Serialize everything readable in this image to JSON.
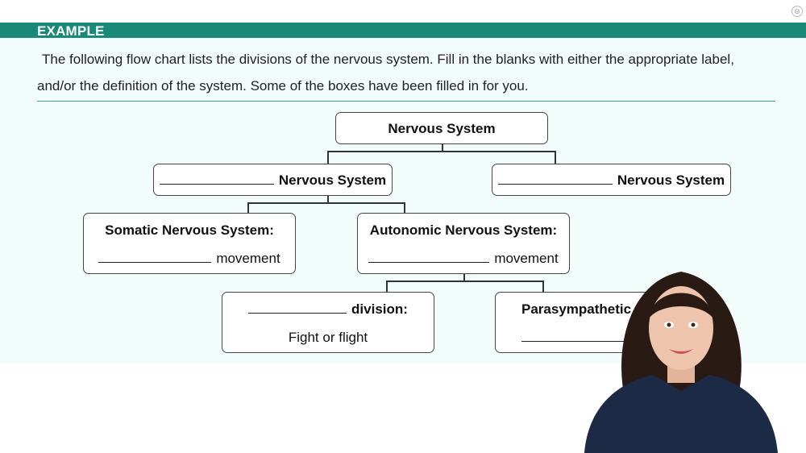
{
  "header": {
    "label": "EXAMPLE"
  },
  "instructions": {
    "line1": "The following flow chart lists the divisions of the nervous system. Fill in the blanks with either the appropriate label,",
    "line2": "and/or the definition of the system. Some of the boxes have been filled in for you."
  },
  "diagram": {
    "root": {
      "label": "Nervous System"
    },
    "left_branch": {
      "suffix": "Nervous System"
    },
    "right_branch": {
      "suffix": "Nervous System"
    },
    "somatic": {
      "title": "Somatic Nervous System:",
      "suffix": "movement"
    },
    "autonomic": {
      "title": "Autonomic Nervous System:",
      "suffix": "movement"
    },
    "sympathetic": {
      "suffix": "division:",
      "definition": "Fight or flight"
    },
    "parasympathetic": {
      "title": "Parasympathetic div"
    }
  },
  "colors": {
    "accent": "#1a8a78",
    "background_tint": "#f1fcfb",
    "rule": "#3aa89a"
  }
}
